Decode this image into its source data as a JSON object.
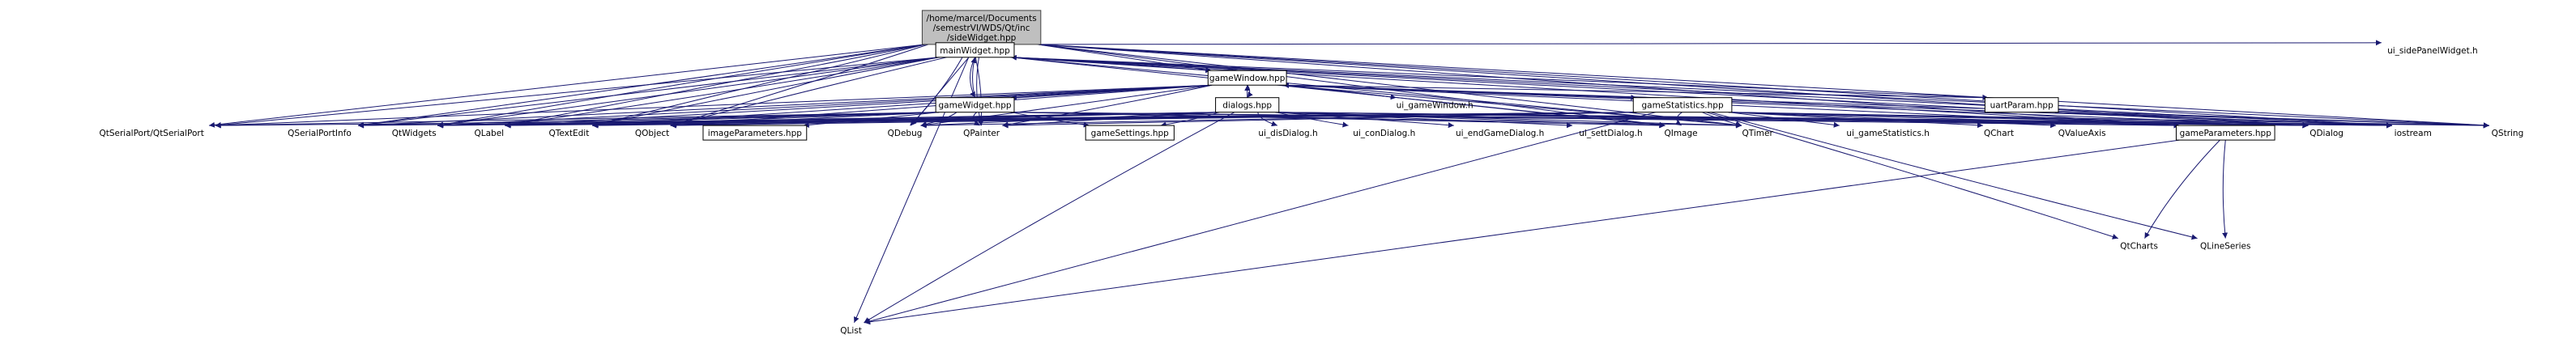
{
  "diagram": {
    "edge_color": "#191970",
    "root_fill": "#bfbfbf",
    "nodes": [
      {
        "id": "sidePanel",
        "label": "/home/marcel/Documents\n/semestrVI/WDS/Qt/inc\n/sideWidget.hpp",
        "kind": "root"
      },
      {
        "id": "mainWidget",
        "label": "mainWidget.hpp",
        "kind": "documented"
      },
      {
        "id": "uiSidePanel",
        "label": "ui_sidePanelWidget.h",
        "kind": "external"
      },
      {
        "id": "gameWindow",
        "label": "gameWindow.hpp",
        "kind": "documented"
      },
      {
        "id": "gameWidget",
        "label": "gameWidget.hpp",
        "kind": "documented"
      },
      {
        "id": "dialogs",
        "label": "dialogs.hpp",
        "kind": "documented"
      },
      {
        "id": "uiGameWindow",
        "label": "ui_gameWindow.h",
        "kind": "external"
      },
      {
        "id": "gameStatistics",
        "label": "gameStatistics.hpp",
        "kind": "documented"
      },
      {
        "id": "uartParam",
        "label": "uartParam.hpp",
        "kind": "documented"
      },
      {
        "id": "QtSerialPort",
        "label": "QtSerialPort/QtSerialPort",
        "kind": "external"
      },
      {
        "id": "QSerialPortInfo",
        "label": "QSerialPortInfo",
        "kind": "external"
      },
      {
        "id": "QtWidgets",
        "label": "QtWidgets",
        "kind": "external"
      },
      {
        "id": "QLabel",
        "label": "QLabel",
        "kind": "external"
      },
      {
        "id": "QTextEdit",
        "label": "QTextEdit",
        "kind": "external"
      },
      {
        "id": "QObject",
        "label": "QObject",
        "kind": "external"
      },
      {
        "id": "imageParameters",
        "label": "imageParameters.hpp",
        "kind": "documented"
      },
      {
        "id": "QDebug",
        "label": "QDebug",
        "kind": "external"
      },
      {
        "id": "QPainter",
        "label": "QPainter",
        "kind": "external"
      },
      {
        "id": "gameSettings",
        "label": "gameSettings.hpp",
        "kind": "documented"
      },
      {
        "id": "uiDisDialog",
        "label": "ui_disDialog.h",
        "kind": "external"
      },
      {
        "id": "uiConDialog",
        "label": "ui_conDialog.h",
        "kind": "external"
      },
      {
        "id": "uiEndGameDialog",
        "label": "ui_endGameDialog.h",
        "kind": "external"
      },
      {
        "id": "uiSettDialog",
        "label": "ui_settDialog.h",
        "kind": "external"
      },
      {
        "id": "QImage",
        "label": "QImage",
        "kind": "external"
      },
      {
        "id": "QTimer",
        "label": "QTimer",
        "kind": "external"
      },
      {
        "id": "uiGameStatistics",
        "label": "ui_gameStatistics.h",
        "kind": "external"
      },
      {
        "id": "QChart",
        "label": "QChart",
        "kind": "external"
      },
      {
        "id": "QValueAxis",
        "label": "QValueAxis",
        "kind": "external"
      },
      {
        "id": "gameParameters",
        "label": "gameParameters.hpp",
        "kind": "documented"
      },
      {
        "id": "QDialog",
        "label": "QDialog",
        "kind": "external"
      },
      {
        "id": "iostream",
        "label": "iostream",
        "kind": "external"
      },
      {
        "id": "QString",
        "label": "QString",
        "kind": "external"
      },
      {
        "id": "QList",
        "label": "QList",
        "kind": "external"
      },
      {
        "id": "QtCharts",
        "label": "QtCharts",
        "kind": "external"
      },
      {
        "id": "QLineSeries",
        "label": "QLineSeries",
        "kind": "external"
      }
    ],
    "edges": [
      [
        "sidePanel",
        "mainWidget"
      ],
      [
        "sidePanel",
        "uiSidePanel"
      ],
      [
        "sidePanel",
        "gameWindow"
      ],
      [
        "sidePanel",
        "QtSerialPort"
      ],
      [
        "sidePanel",
        "QSerialPortInfo"
      ],
      [
        "sidePanel",
        "QtWidgets"
      ],
      [
        "sidePanel",
        "QLabel"
      ],
      [
        "sidePanel",
        "QTextEdit"
      ],
      [
        "sidePanel",
        "QObject"
      ],
      [
        "sidePanel",
        "QDebug"
      ],
      [
        "sidePanel",
        "QPainter"
      ],
      [
        "sidePanel",
        "QImage"
      ],
      [
        "sidePanel",
        "QTimer"
      ],
      [
        "sidePanel",
        "gameParameters"
      ],
      [
        "sidePanel",
        "QDialog"
      ],
      [
        "sidePanel",
        "iostream"
      ],
      [
        "sidePanel",
        "QString"
      ],
      [
        "sidePanel",
        "QList"
      ],
      [
        "mainWidget",
        "sidePanel"
      ],
      [
        "mainWidget",
        "gameWindow"
      ],
      [
        "mainWidget",
        "gameWidget"
      ],
      [
        "mainWidget",
        "QtSerialPort"
      ],
      [
        "mainWidget",
        "QSerialPortInfo"
      ],
      [
        "mainWidget",
        "QtWidgets"
      ],
      [
        "mainWidget",
        "QLabel"
      ],
      [
        "mainWidget",
        "QTextEdit"
      ],
      [
        "mainWidget",
        "QObject"
      ],
      [
        "mainWidget",
        "QDebug"
      ],
      [
        "mainWidget",
        "QPainter"
      ],
      [
        "mainWidget",
        "QImage"
      ],
      [
        "mainWidget",
        "QTimer"
      ],
      [
        "mainWidget",
        "gameParameters"
      ],
      [
        "mainWidget",
        "QDialog"
      ],
      [
        "mainWidget",
        "iostream"
      ],
      [
        "mainWidget",
        "QString"
      ],
      [
        "mainWidget",
        "uartParam"
      ],
      [
        "gameWindow",
        "mainWidget"
      ],
      [
        "gameWindow",
        "gameWidget"
      ],
      [
        "gameWindow",
        "dialogs"
      ],
      [
        "gameWindow",
        "uiGameWindow"
      ],
      [
        "gameWindow",
        "gameStatistics"
      ],
      [
        "gameWindow",
        "uartParam"
      ],
      [
        "gameWindow",
        "QtSerialPort"
      ],
      [
        "gameWindow",
        "QSerialPortInfo"
      ],
      [
        "gameWindow",
        "QtWidgets"
      ],
      [
        "gameWindow",
        "QLabel"
      ],
      [
        "gameWindow",
        "QTextEdit"
      ],
      [
        "gameWindow",
        "QObject"
      ],
      [
        "gameWindow",
        "QDebug"
      ],
      [
        "gameWindow",
        "QPainter"
      ],
      [
        "gameWindow",
        "QImage"
      ],
      [
        "gameWindow",
        "QTimer"
      ],
      [
        "gameWindow",
        "gameParameters"
      ],
      [
        "gameWindow",
        "QDialog"
      ],
      [
        "gameWindow",
        "iostream"
      ],
      [
        "gameWindow",
        "QString"
      ],
      [
        "gameWidget",
        "mainWidget"
      ],
      [
        "gameWidget",
        "QtSerialPort"
      ],
      [
        "gameWidget",
        "QSerialPortInfo"
      ],
      [
        "gameWidget",
        "QtWidgets"
      ],
      [
        "gameWidget",
        "QLabel"
      ],
      [
        "gameWidget",
        "QTextEdit"
      ],
      [
        "gameWidget",
        "QObject"
      ],
      [
        "gameWidget",
        "imageParameters"
      ],
      [
        "gameWidget",
        "QDebug"
      ],
      [
        "gameWidget",
        "QPainter"
      ],
      [
        "gameWidget",
        "gameSettings"
      ],
      [
        "gameWidget",
        "QImage"
      ],
      [
        "gameWidget",
        "QTimer"
      ],
      [
        "gameWidget",
        "gameParameters"
      ],
      [
        "gameWidget",
        "QDialog"
      ],
      [
        "gameWidget",
        "iostream"
      ],
      [
        "dialogs",
        "gameWindow"
      ],
      [
        "dialogs",
        "QtWidgets"
      ],
      [
        "dialogs",
        "QLabel"
      ],
      [
        "dialogs",
        "QTextEdit"
      ],
      [
        "dialogs",
        "QObject"
      ],
      [
        "dialogs",
        "QDebug"
      ],
      [
        "dialogs",
        "QPainter"
      ],
      [
        "dialogs",
        "gameSettings"
      ],
      [
        "dialogs",
        "uiDisDialog"
      ],
      [
        "dialogs",
        "uiConDialog"
      ],
      [
        "dialogs",
        "uiEndGameDialog"
      ],
      [
        "dialogs",
        "uiSettDialog"
      ],
      [
        "dialogs",
        "QImage"
      ],
      [
        "dialogs",
        "QTimer"
      ],
      [
        "dialogs",
        "gameParameters"
      ],
      [
        "dialogs",
        "QDialog"
      ],
      [
        "dialogs",
        "iostream"
      ],
      [
        "dialogs",
        "QString"
      ],
      [
        "dialogs",
        "QList"
      ],
      [
        "gameStatistics",
        "gameWindow"
      ],
      [
        "gameStatistics",
        "QtSerialPort"
      ],
      [
        "gameStatistics",
        "QSerialPortInfo"
      ],
      [
        "gameStatistics",
        "QtWidgets"
      ],
      [
        "gameStatistics",
        "QLabel"
      ],
      [
        "gameStatistics",
        "QTextEdit"
      ],
      [
        "gameStatistics",
        "QObject"
      ],
      [
        "gameStatistics",
        "QDebug"
      ],
      [
        "gameStatistics",
        "QPainter"
      ],
      [
        "gameStatistics",
        "QImage"
      ],
      [
        "gameStatistics",
        "QTimer"
      ],
      [
        "gameStatistics",
        "uiGameStatistics"
      ],
      [
        "gameStatistics",
        "QChart"
      ],
      [
        "gameStatistics",
        "QValueAxis"
      ],
      [
        "gameStatistics",
        "gameParameters"
      ],
      [
        "gameStatistics",
        "QDialog"
      ],
      [
        "gameStatistics",
        "iostream"
      ],
      [
        "gameStatistics",
        "QString"
      ],
      [
        "gameStatistics",
        "QtCharts"
      ],
      [
        "gameStatistics",
        "QLineSeries"
      ],
      [
        "gameStatistics",
        "QList"
      ],
      [
        "uartParam",
        "iostream"
      ],
      [
        "uartParam",
        "QString"
      ],
      [
        "gameParameters",
        "QList"
      ],
      [
        "gameParameters",
        "QtCharts"
      ],
      [
        "gameParameters",
        "QLineSeries"
      ]
    ]
  }
}
